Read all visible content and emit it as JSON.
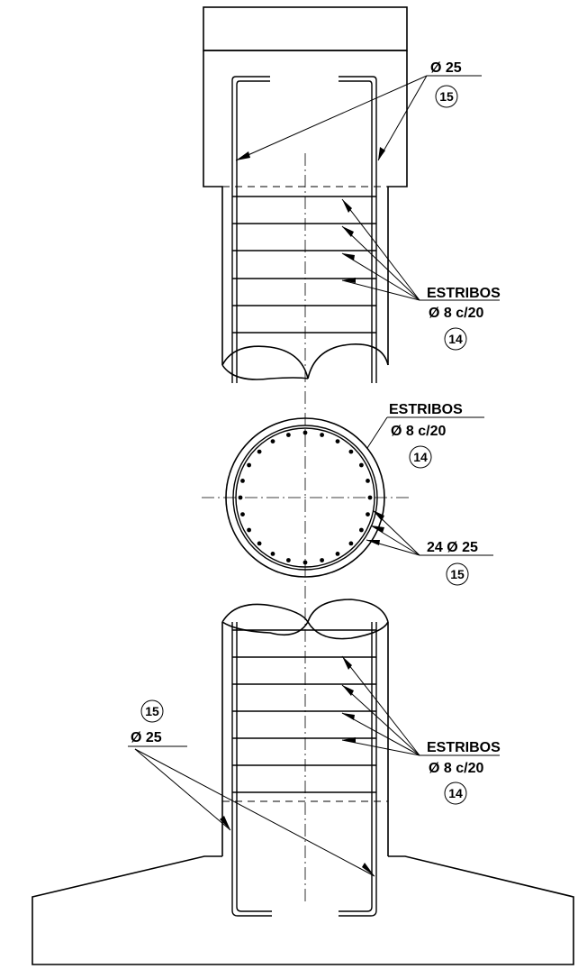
{
  "labels": {
    "top_bar_size": "Ø 25",
    "top_bar_mark": "15",
    "top_stirrup_title": "ESTRIBOS",
    "top_stirrup_spec": "Ø 8 c/20",
    "top_stirrup_mark": "14",
    "section_stirrup_title": "ESTRIBOS",
    "section_stirrup_spec": "Ø 8 c/20",
    "section_stirrup_mark": "14",
    "section_bars_spec": "24 Ø 25",
    "section_bars_mark": "15",
    "bottom_stirrup_title": "ESTRIBOS",
    "bottom_stirrup_spec": "Ø 8 c/20",
    "bottom_stirrup_mark": "14",
    "bottom_bar_mark": "15",
    "bottom_bar_size": "Ø 25"
  },
  "section": {
    "bar_count": 24
  },
  "colors": {
    "line": "#000000",
    "background": "#ffffff"
  }
}
